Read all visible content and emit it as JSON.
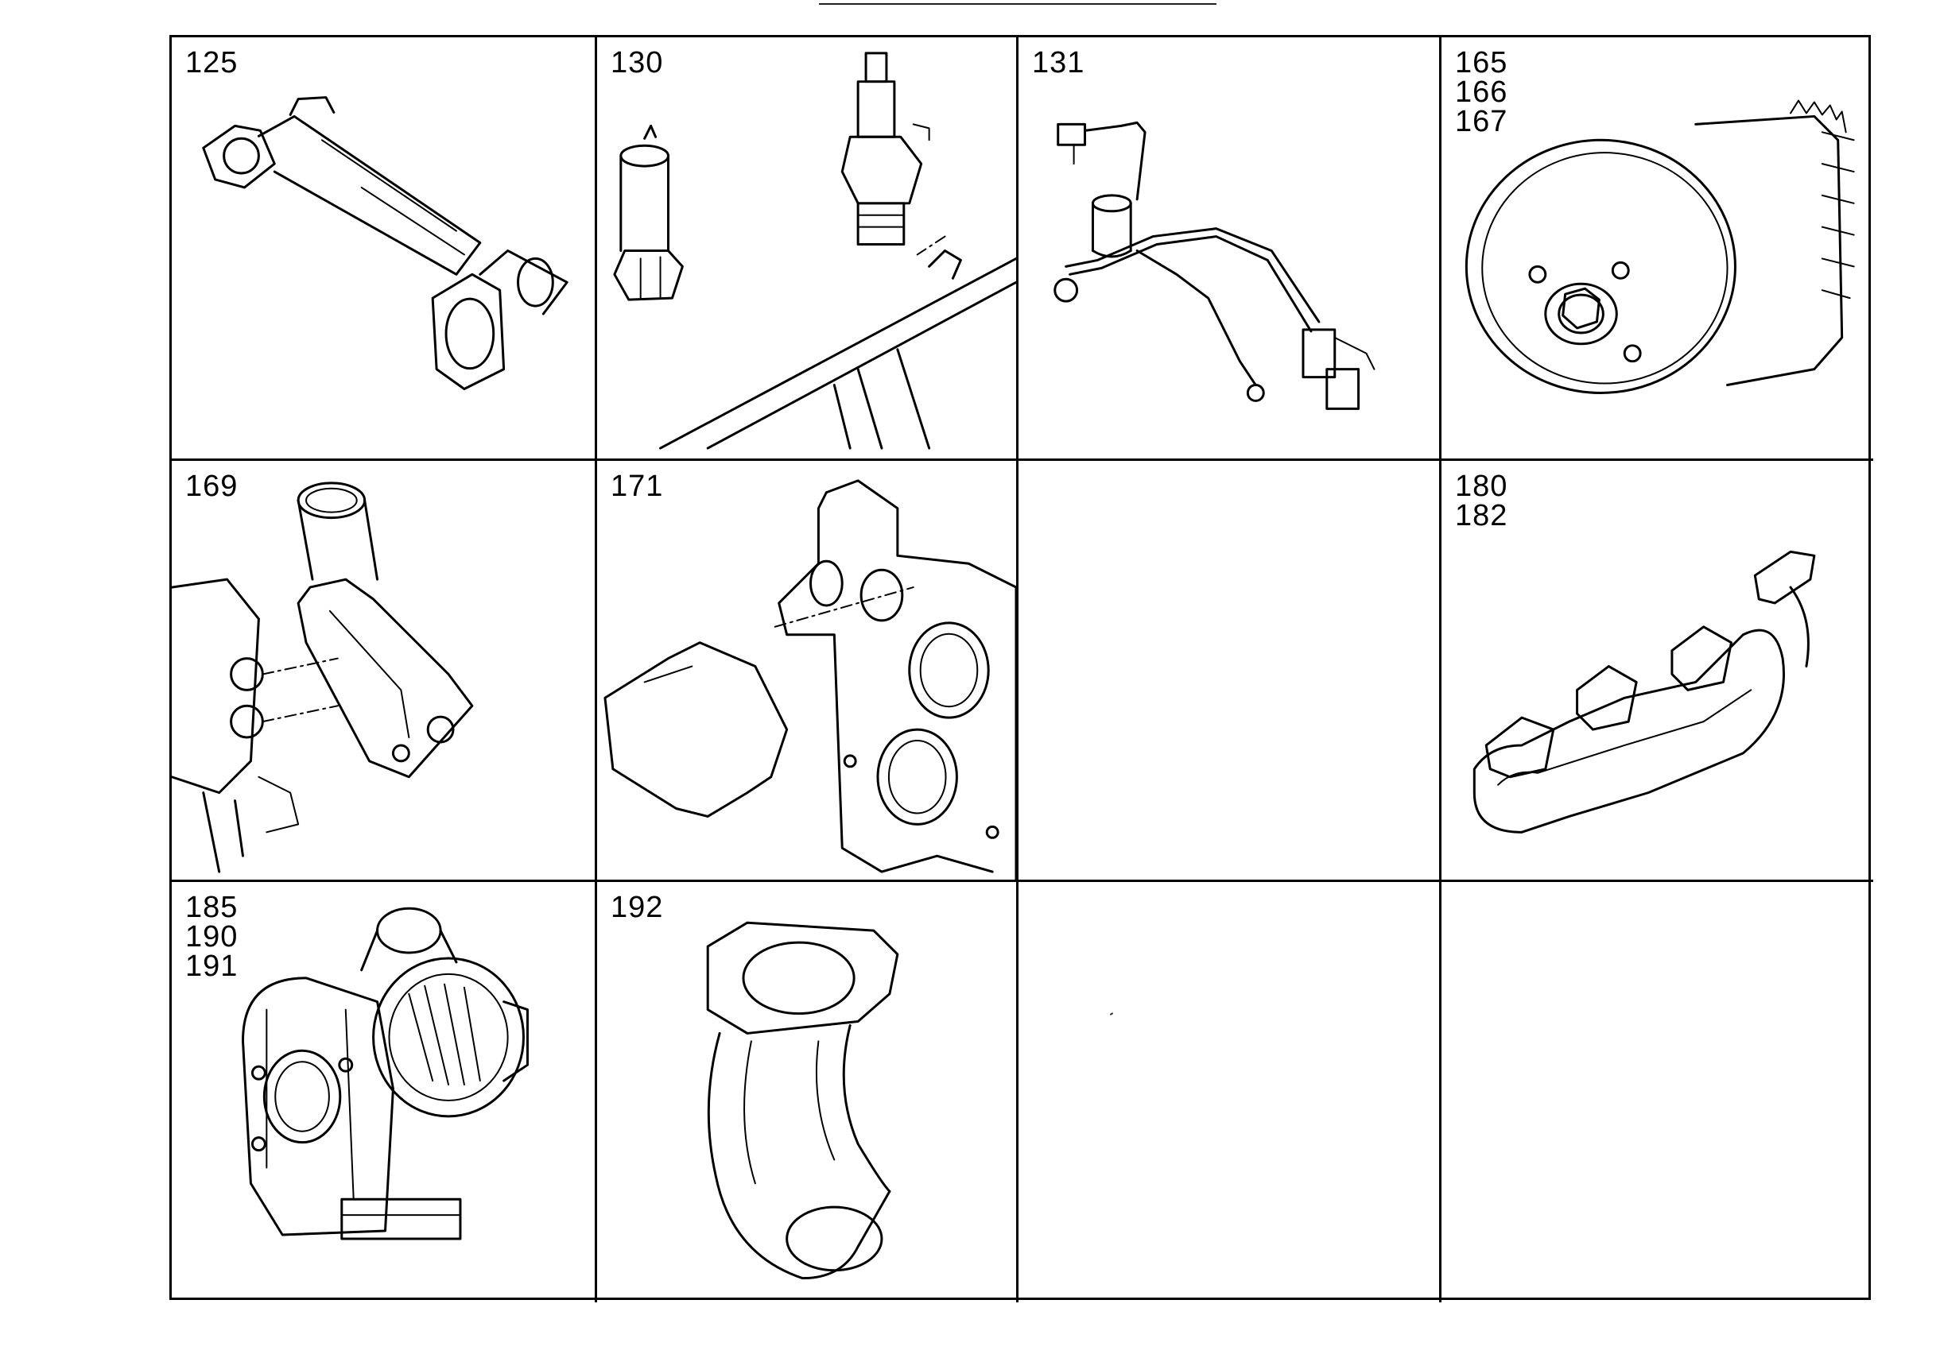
{
  "cells": [
    {
      "labels": [
        "125"
      ],
      "part_icon": "exhaust-pipe-icon"
    },
    {
      "labels": [
        "130"
      ],
      "part_icon": "injector-icon"
    },
    {
      "labels": [
        "131"
      ],
      "part_icon": "fuel-line-icon"
    },
    {
      "labels": [
        "165",
        "166",
        "167"
      ],
      "part_icon": "vibration-damper-icon"
    },
    {
      "labels": [
        "169"
      ],
      "part_icon": "thermostat-housing-icon"
    },
    {
      "labels": [
        "171"
      ],
      "part_icon": "timing-cover-icon"
    },
    {
      "labels": [],
      "part_icon": ""
    },
    {
      "labels": [
        "180",
        "182"
      ],
      "part_icon": "exhaust-manifold-icon"
    },
    {
      "labels": [
        "185",
        "190",
        "191"
      ],
      "part_icon": "turbocharger-icon"
    },
    {
      "labels": [
        "192"
      ],
      "part_icon": "exhaust-elbow-icon"
    },
    {
      "labels": [],
      "part_icon": ""
    },
    {
      "labels": [],
      "part_icon": ""
    }
  ]
}
